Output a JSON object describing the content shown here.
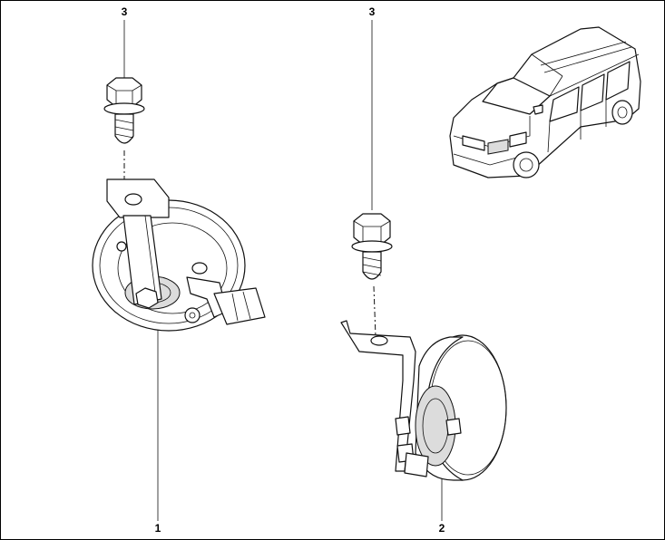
{
  "callouts": [
    {
      "id": "bolt-left",
      "label": "3"
    },
    {
      "id": "bolt-right",
      "label": "3"
    },
    {
      "id": "horn-left",
      "label": "1"
    },
    {
      "id": "horn-right",
      "label": "2"
    }
  ]
}
